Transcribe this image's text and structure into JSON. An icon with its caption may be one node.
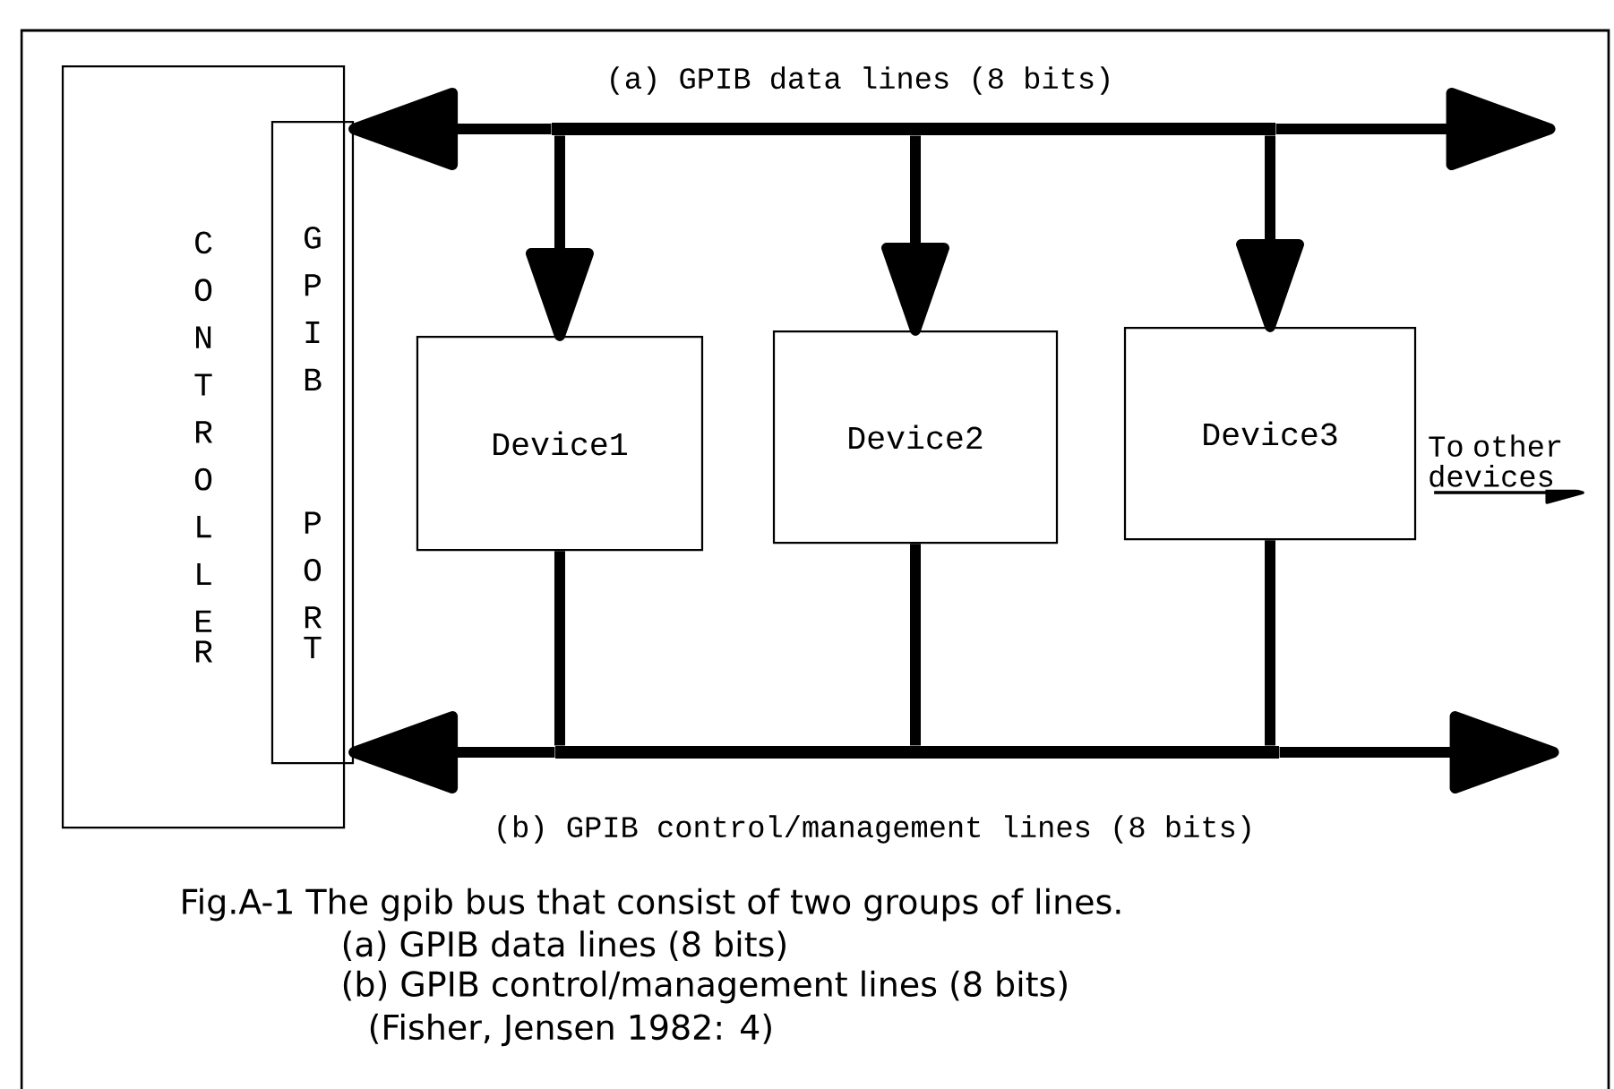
{
  "diagram": {
    "caption": "Fig.A-1 The gpib bus that consist of two groups of lines.",
    "nodes": [
      {
        "text": [
          "CONTROLLER"
        ]
      },
      {
        "text": [
          "GPIB",
          "PORT"
        ]
      },
      {
        "text": [
          "Device1"
        ]
      },
      {
        "text": [
          "Device2"
        ]
      },
      {
        "text": [
          "Device3"
        ]
      },
      {
        "text": [],
        "shape": "bar",
        "beside": [
          "(a) GPIB data lines (8 bits)"
        ]
      },
      {
        "text": [],
        "shape": "bar",
        "beside": [
          "(b) GPIB control/management lines (8 bits)"
        ]
      }
    ],
    "edges": [
      {
        "from": 5,
        "to": 1,
        "arrow": "to"
      },
      {
        "from": 5,
        "to": null,
        "arrow": "to"
      },
      {
        "from": 5,
        "to": 2,
        "arrow": "to"
      },
      {
        "from": 5,
        "to": 3,
        "arrow": "to"
      },
      {
        "from": 5,
        "to": 4,
        "arrow": "to"
      },
      {
        "from": 2,
        "to": 6,
        "arrow": "none"
      },
      {
        "from": 3,
        "to": 6,
        "arrow": "none"
      },
      {
        "from": 4,
        "to": 6,
        "arrow": "none"
      },
      {
        "from": 6,
        "to": 1,
        "arrow": "to"
      },
      {
        "from": 6,
        "to": null,
        "arrow": "to"
      },
      {
        "from": 4,
        "to": null,
        "arrow": "to",
        "label": "To other devices"
      }
    ],
    "labels": [
      "(a) GPIB data lines (8 bits)",
      "(b) GPIB control/management lines (8 bits)",
      "(Fisher, Jensen 1982: 4)"
    ]
  }
}
